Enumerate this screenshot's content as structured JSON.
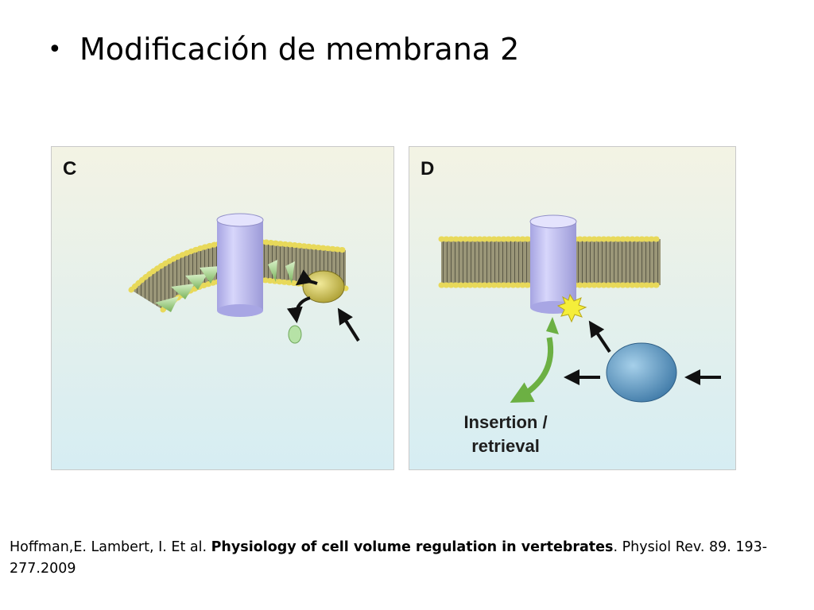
{
  "slide": {
    "bullet": "•",
    "title": "Modificación de membrana 2"
  },
  "panels": [
    {
      "letter": "C"
    },
    {
      "letter": "D",
      "label_line1": "Insertion /",
      "label_line2": "retrieval"
    }
  ],
  "citation": {
    "authors": "Hoffman,E. Lambert, I. Et al. ",
    "article_title": "Physiology of cell volume regulation in vertebrates",
    "journal": ". Physiol Rev. 89. 193-277.2009"
  },
  "colors": {
    "panel_bg_top": "#f2f2e2",
    "panel_bg_bottom": "#d8eef4",
    "lipid_head": "#e8d95a",
    "bilayer_core": "#8a876c",
    "channel": "#b8b6ec",
    "vesicle": "#5f9cc8",
    "arrow_green": "#6cb043",
    "enzyme": "#d2c447"
  }
}
